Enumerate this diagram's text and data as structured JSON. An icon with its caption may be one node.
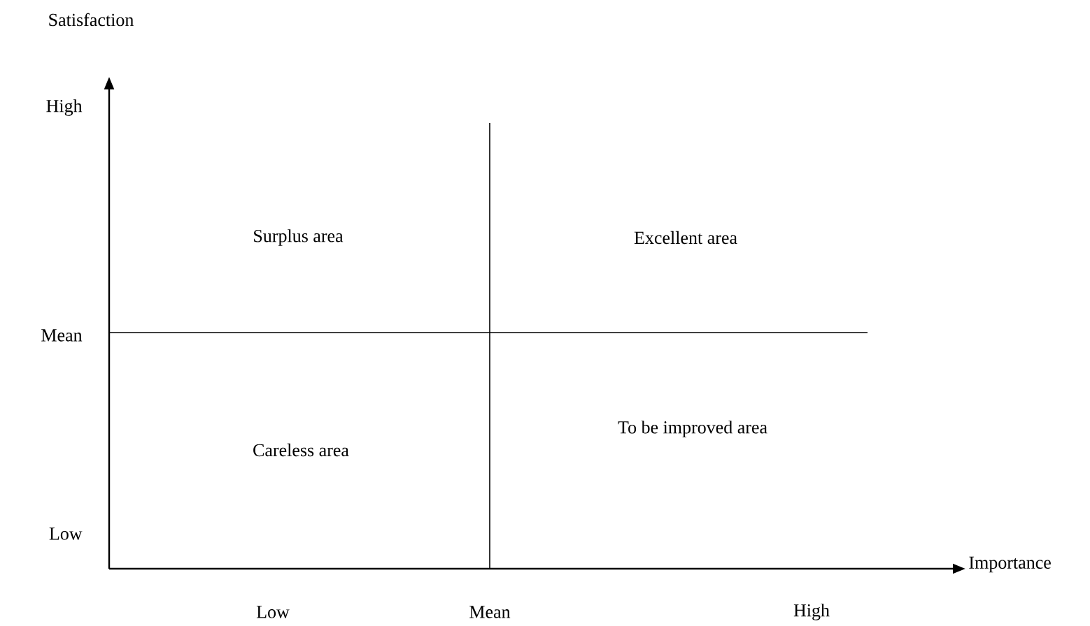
{
  "diagram": {
    "labels": [
      "Satisfaction",
      "High",
      "Surplus  area",
      "Excellent area",
      "Mean",
      "To be improved area",
      "Careless area",
      "Low",
      "Importance",
      "Low",
      "Mean",
      "High"
    ]
  }
}
